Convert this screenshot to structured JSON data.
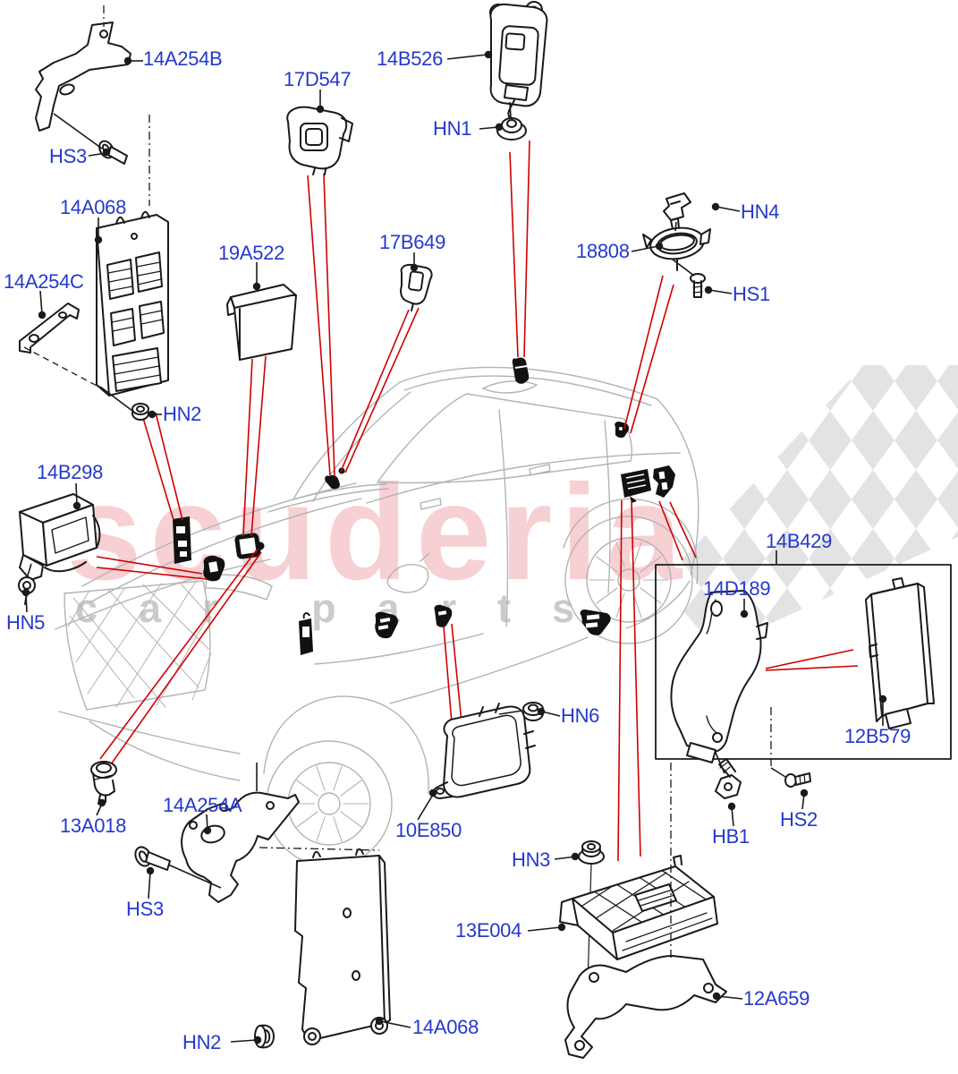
{
  "watermark": {
    "brand": "scuderia",
    "tagline": "car parts",
    "brand_color": "#f7d0d3",
    "tagline_color": "#cbcbcb"
  },
  "colors": {
    "label_blue": "#2439cd",
    "locator_red": "#cf0000",
    "line_black": "#1a1a1a",
    "car_gray": "#b3b3b3",
    "checker_gray": "#e3e3e3"
  },
  "diagram": {
    "labels": [
      {
        "text": "14A254B"
      },
      {
        "text": "HS3"
      },
      {
        "text": "14A068"
      },
      {
        "text": "14A254C"
      },
      {
        "text": "19A522"
      },
      {
        "text": "17D547"
      },
      {
        "text": "17B649"
      },
      {
        "text": "14B526"
      },
      {
        "text": "HN1"
      },
      {
        "text": "HN4"
      },
      {
        "text": "18808"
      },
      {
        "text": "HS1"
      },
      {
        "text": "HN2"
      },
      {
        "text": "14B298"
      },
      {
        "text": "HN5"
      },
      {
        "text": "14B429"
      },
      {
        "text": "14D189"
      },
      {
        "text": "12B579"
      },
      {
        "text": "HB1"
      },
      {
        "text": "HS2"
      },
      {
        "text": "HN3"
      },
      {
        "text": "13E004"
      },
      {
        "text": "12A659"
      },
      {
        "text": "10E850"
      },
      {
        "text": "HN6"
      },
      {
        "text": "13A018"
      },
      {
        "text": "14A254A"
      },
      {
        "text": "HS3"
      },
      {
        "text": "HN2"
      },
      {
        "text": "14A068"
      }
    ]
  }
}
